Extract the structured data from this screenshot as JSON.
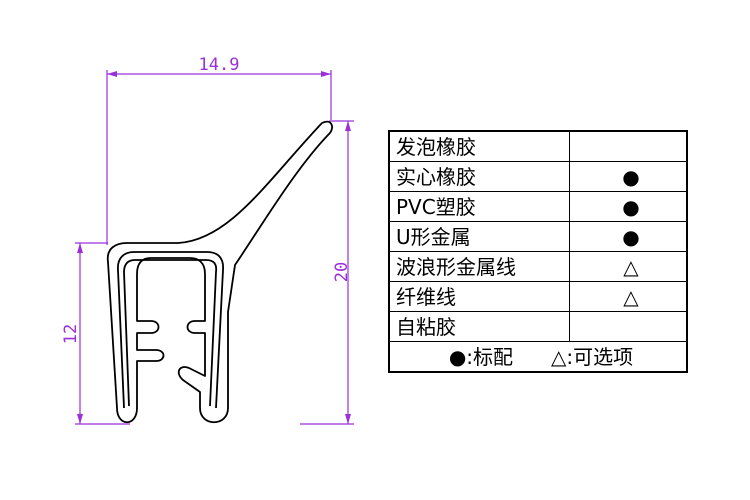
{
  "dimensions": {
    "width": "14.9",
    "height_total": "20",
    "height_channel": "12"
  },
  "materials": [
    {
      "name": "发泡橡胶",
      "mark": ""
    },
    {
      "name": "实心橡胶",
      "mark": "●"
    },
    {
      "name": "PVC塑胶",
      "mark": "●"
    },
    {
      "name": "U形金属",
      "mark": "●"
    },
    {
      "name": "波浪形金属线",
      "mark": "△"
    },
    {
      "name": "纤维线",
      "mark": "△"
    },
    {
      "name": "自粘胶",
      "mark": ""
    }
  ],
  "legend": {
    "standard": "●:标配",
    "optional": "△:可选项"
  },
  "colors": {
    "dimension": "#9b30d9",
    "outline": "#000000"
  }
}
